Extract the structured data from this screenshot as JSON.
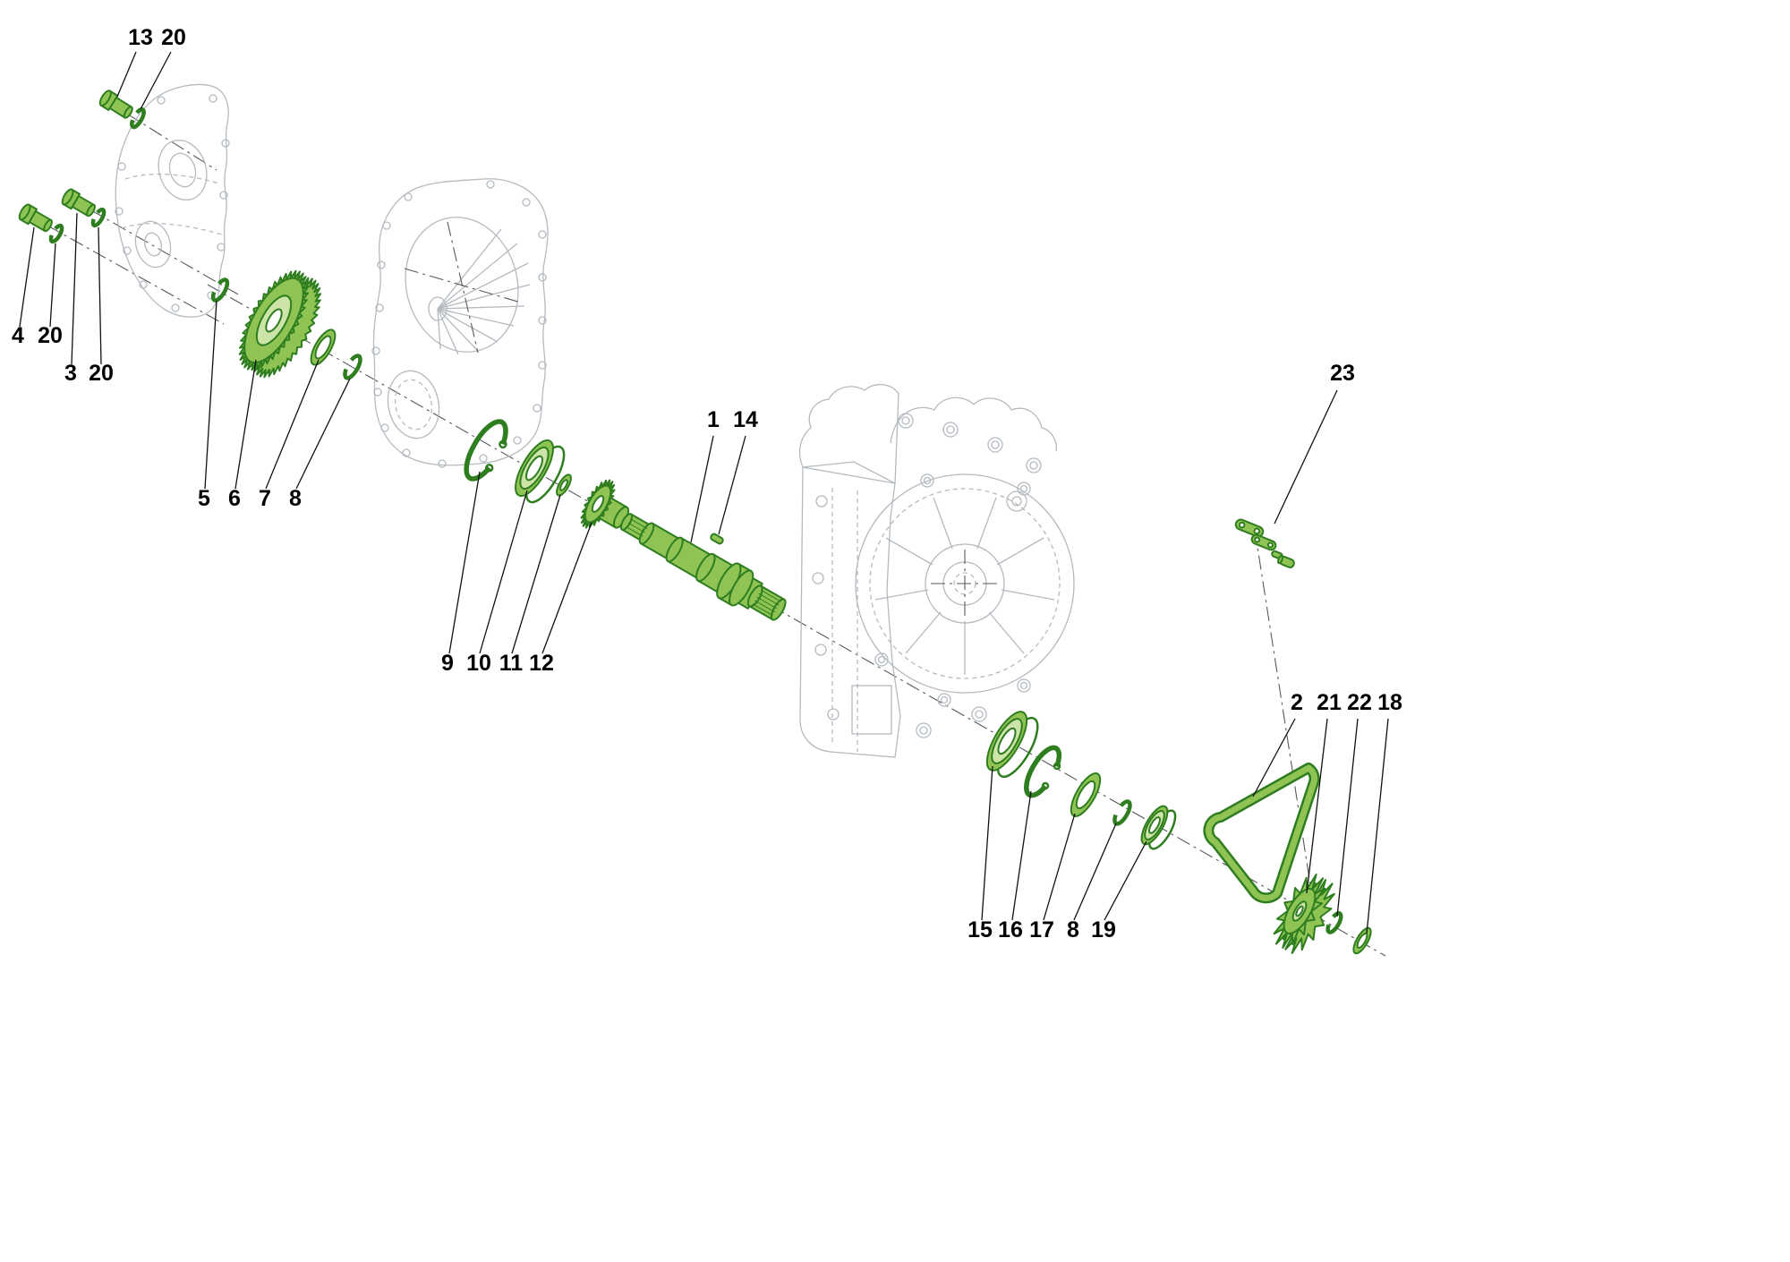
{
  "figure": {
    "type": "exploded-parts-diagram"
  },
  "colors": {
    "background": "#ffffff",
    "part_stroke": "#2e7d1f",
    "part_fill": "#8fc455",
    "part_fill_light": "#cde4a8",
    "outline": "#b4bac0",
    "centerline": "#56595c",
    "leader": "#111111",
    "label": "#000000"
  },
  "callouts": [
    {
      "label": "13"
    },
    {
      "label": "20"
    },
    {
      "label": "4"
    },
    {
      "label": "20"
    },
    {
      "label": "3"
    },
    {
      "label": "20"
    },
    {
      "label": "5"
    },
    {
      "label": "6"
    },
    {
      "label": "7"
    },
    {
      "label": "8"
    },
    {
      "label": "9"
    },
    {
      "label": "10"
    },
    {
      "label": "11"
    },
    {
      "label": "12"
    },
    {
      "label": "1"
    },
    {
      "label": "14"
    },
    {
      "label": "23"
    },
    {
      "label": "2"
    },
    {
      "label": "21"
    },
    {
      "label": "22"
    },
    {
      "label": "18"
    },
    {
      "label": "15"
    },
    {
      "label": "16"
    },
    {
      "label": "17"
    },
    {
      "label": "8"
    },
    {
      "label": "19"
    }
  ]
}
